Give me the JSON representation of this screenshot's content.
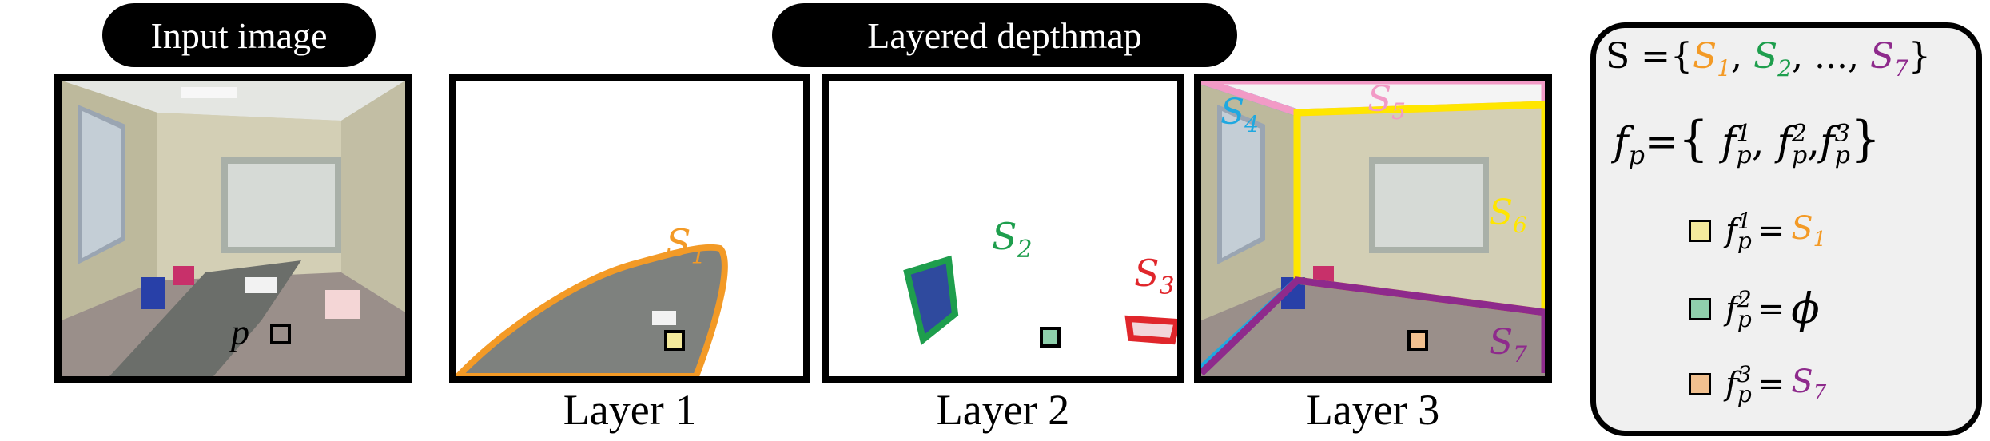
{
  "headers": {
    "input": "Input image",
    "layered": "Layered depthmap"
  },
  "captions": {
    "layer1": "Layer 1",
    "layer2": "Layer 2",
    "layer3": "Layer 3"
  },
  "labels": {
    "p": "p",
    "s1": "S",
    "s1_sub": "1",
    "s2": "S",
    "s2_sub": "2",
    "s3": "S",
    "s3_sub": "3",
    "s4": "S",
    "s4_sub": "4",
    "s5": "S",
    "s5_sub": "5",
    "s6": "S",
    "s6_sub": "6",
    "s7": "S",
    "s7_sub": "7"
  },
  "formula": {
    "set_lhs": "S",
    "eq": "=",
    "open_brace": "{",
    "close_brace": "}",
    "s1": "S",
    "s1_sub": "1",
    "s2": "S",
    "s2_sub": "2",
    "ellipsis": "...",
    "s7": "S",
    "s7_sub": "7",
    "fp": "f",
    "fp_sub": "p",
    "f1_sup": "1",
    "f2_sup": "2",
    "f3_sup": "3",
    "row1_rhs": "S",
    "row1_rhs_sub": "1",
    "row2_rhs": "ϕ",
    "row3_rhs": "S",
    "row3_rhs_sub": "7"
  },
  "colors": {
    "orange": "#f39a26",
    "green": "#1e9e4d",
    "red": "#e0262b",
    "blue": "#1fa8e0",
    "pink": "#f29ac6",
    "yellow": "#ffe600",
    "purple": "#8e2a8c",
    "marker_yellow": "#f4ea9c",
    "marker_green": "#8fd0ac",
    "marker_orange": "#f1c08f"
  }
}
